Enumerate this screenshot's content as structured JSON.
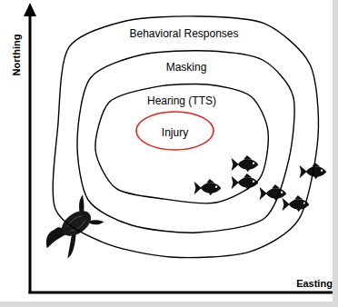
{
  "diagram": {
    "nodes": [
      {
        "text": [
          "Behavioral Responses"
        ]
      },
      {
        "text": [
          "Masking"
        ],
        "in": 0
      },
      {
        "text": [
          "Hearing (TTS)"
        ],
        "in": 1
      },
      {
        "text": [
          "Injury"
        ],
        "in": 2
      }
    ],
    "labels": [
      "Northing",
      "Easting"
    ]
  }
}
